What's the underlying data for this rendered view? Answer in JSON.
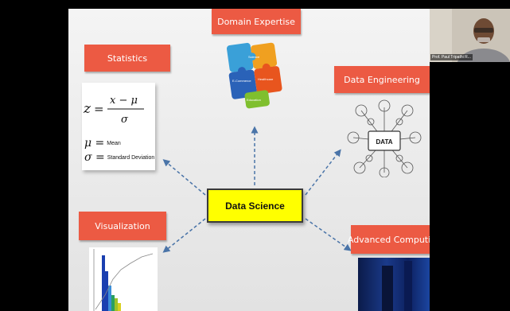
{
  "slide": {
    "center_label": "Data Science",
    "nodes": {
      "domain_expertise": "Domain Expertise",
      "statistics": "Statistics",
      "data_engineering": "Data Engineering",
      "visualization": "Visualization",
      "advanced_computing": "Advanced Computing"
    },
    "puzzle_labels": [
      "Science",
      "E-Commerce",
      "Healthcare",
      "Education"
    ],
    "formula": {
      "mu_label": "Mean",
      "sigma_label": "Standard Deviation"
    },
    "data_hub_label": "DATA"
  },
  "webcam": {
    "participant_name": "Prof. Paul Tripathi R..."
  },
  "colors": {
    "tag": "#ec5a43",
    "center": "#ffff00",
    "arrow": "#4a74a8"
  }
}
